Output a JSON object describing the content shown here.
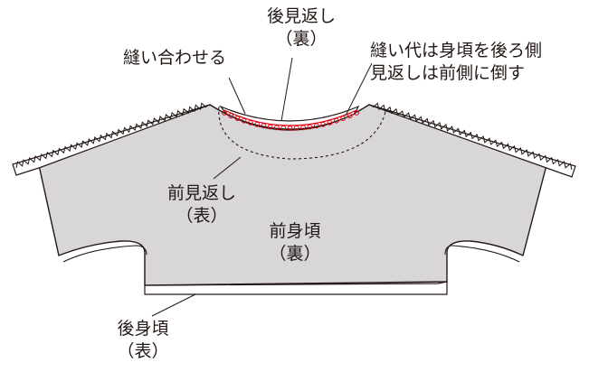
{
  "labels": {
    "back_facing": {
      "line1": "後見返し",
      "line2": "（裏）"
    },
    "sew_together": "縫い合わせる",
    "seam_note": {
      "line1": "縫い代は身頃を後ろ側",
      "line2": "見返しは前側に倒す"
    },
    "front_facing": {
      "line1": "前見返し",
      "line2": "（表）"
    },
    "front_body": {
      "line1": "前身頃",
      "line2": "（裏）"
    },
    "back_body": {
      "line1": "後身頃",
      "line2": "（表）"
    }
  },
  "colors": {
    "body_fill": "#d8d6d9",
    "outline": "#231815",
    "stitch_accent": "#e60012"
  },
  "icons": [
    "zigzag-overlock-edge",
    "red-seam-overlock",
    "dashed-facing-line"
  ]
}
